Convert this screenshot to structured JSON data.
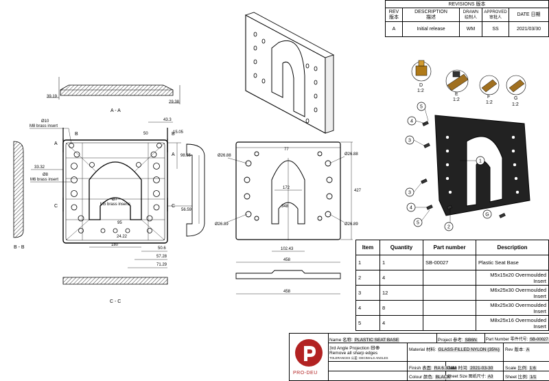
{
  "revisions": {
    "title": "REVISIONS 版本",
    "headers": [
      "REV\n版本",
      "DESCRIPTION\n描述",
      "DRAWN\n绘制人",
      "APPROVED\n审批人",
      "DATE 日期"
    ],
    "rev_h1": "REV",
    "rev_h1b": "版本",
    "desc_h": "DESCRIPTION",
    "desc_hb": "描述",
    "drawn_h": "DRAWN",
    "drawn_hb": "绘制人",
    "appr_h": "APPROVED",
    "appr_hb": "审批人",
    "date_h": "DATE 日期",
    "row": {
      "rev": "A",
      "desc": "Initial release",
      "drawn": "WM",
      "approved": "SS",
      "date": "2021/03/30"
    }
  },
  "views": {
    "section_aa": "A - A",
    "section_bb": "B - B",
    "section_cc": "C - C",
    "dims_aa": {
      "left": "39.19",
      "right": "29.38"
    },
    "front_dims": {
      "d10": "Ø10",
      "m8": "M8 brass insert",
      "d8": "Ø8",
      "m6": "M6 brass insert",
      "d7": "Ø7",
      "m5": "M5 brass inserts",
      "d33": "33.32",
      "d43": "43.3",
      "d50": "50",
      "d1505": "15.05",
      "d98": "98.55",
      "d56": "56.59",
      "d95": "95",
      "d24": "24.22",
      "d180": "180",
      "d506": "50.6",
      "d5728": "57.28",
      "d7129": "71.29"
    },
    "section_letters": {
      "a": "A",
      "b": "B",
      "c": "C"
    },
    "right_dims": {
      "d2688": "Ø26.88",
      "d2689": "Ø26.89",
      "d77": "77",
      "d172": "172",
      "d348": "348",
      "d427": "427",
      "d102": "102.43",
      "d458": "458",
      "d458b": "458"
    },
    "details": [
      {
        "letter": "D",
        "scale": "1:2"
      },
      {
        "letter": "E",
        "scale": "1:2"
      },
      {
        "letter": "F",
        "scale": "1:2"
      },
      {
        "letter": "G",
        "scale": "1:2"
      }
    ],
    "balloons": [
      "5",
      "4",
      "3",
      "1",
      "3",
      "4",
      "5",
      "2",
      "G"
    ]
  },
  "bom": {
    "headers": {
      "item": "Item",
      "qty": "Quantity",
      "part": "Part number",
      "desc": "Description"
    },
    "rows": [
      {
        "item": "1",
        "qty": "1",
        "part": "SB-00027",
        "desc": "Plastic Seat Base"
      },
      {
        "item": "2",
        "qty": "4",
        "part": "",
        "desc": "M5x15x20 Overmoulded Insert"
      },
      {
        "item": "3",
        "qty": "12",
        "part": "",
        "desc": "M6x25x30 Overmoulded Insert"
      },
      {
        "item": "4",
        "qty": "8",
        "part": "",
        "desc": "M8x25x30 Overmoulded Insert"
      },
      {
        "item": "5",
        "qty": "4",
        "part": "",
        "desc": "M8x25x16 Overmoulded Insert"
      }
    ]
  },
  "titleblock": {
    "logo_text": "PRO-DEU",
    "name_label": "Name 名称:",
    "name_value": "PLASTIC SEAT BASE",
    "project_label": "Project 参考:",
    "project_value": "SB6N",
    "partno_label": "Part Number 零件代号:",
    "partno_value": "SB-00027",
    "projection": "3rd Angle Projection",
    "sharp": "Remove all sharp edges",
    "tol": "TOLERANCES 公差:",
    "decimals": "DECIMALS",
    "angles": "ANGLES",
    "material_label": "Material 材料:",
    "material_value": "GLASS-FILLED NYLON (35%)",
    "rev_label": "Rev 版本:",
    "rev_value": "A",
    "finish_label": "Finish 表面:",
    "finish_value": "RA 6.3 MM",
    "date_label": "Date 时间:",
    "date_value": "2021-03-30",
    "scale_label": "Scale 比例:",
    "scale_value": "1:6",
    "colour_label": "Colour 颜色:",
    "colour_value": "BLACK",
    "sheetsize_label": "Sheet Size 图纸尺寸:",
    "sheetsize_value": "A3",
    "sheet_label": "Sheet 比例:",
    "sheet_value": "1/1"
  }
}
